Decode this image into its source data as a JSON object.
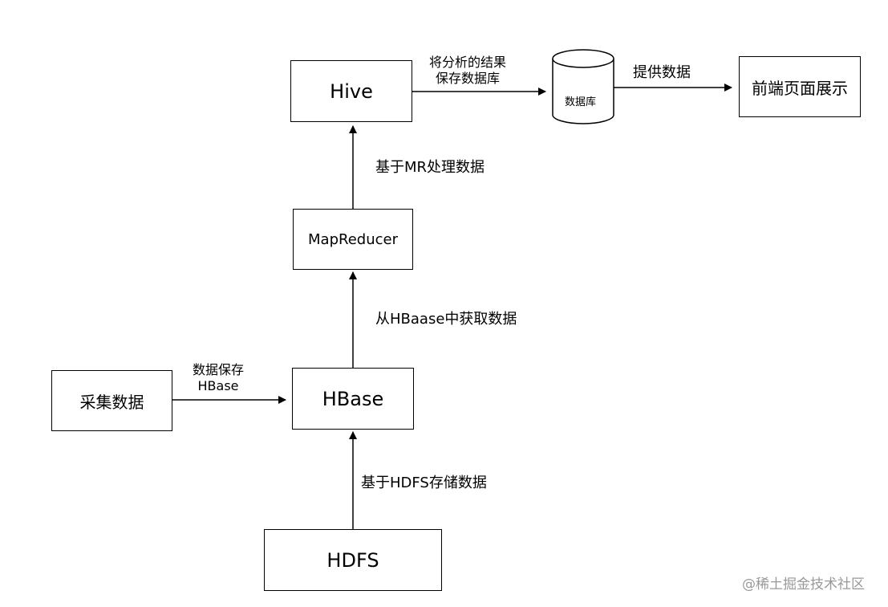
{
  "nodes": {
    "hive": "Hive",
    "mapreducer": "MapReducer",
    "hbase": "HBase",
    "collect": "采集数据",
    "hdfs": "HDFS",
    "database": "数据库",
    "frontend": "前端页面展示"
  },
  "edges": {
    "hive_to_db_line1": "将分析的结果",
    "hive_to_db_line2": "保存数据库",
    "db_to_frontend": "提供数据",
    "mr_to_hive": "基于MR处理数据",
    "hbase_to_mr": "从HBaase中获取数据",
    "collect_to_hbase_line1": "数据保存",
    "collect_to_hbase_line2": "HBase",
    "hdfs_to_hbase": "基于HDFS存储数据"
  },
  "watermark": "@稀土掘金技术社区"
}
